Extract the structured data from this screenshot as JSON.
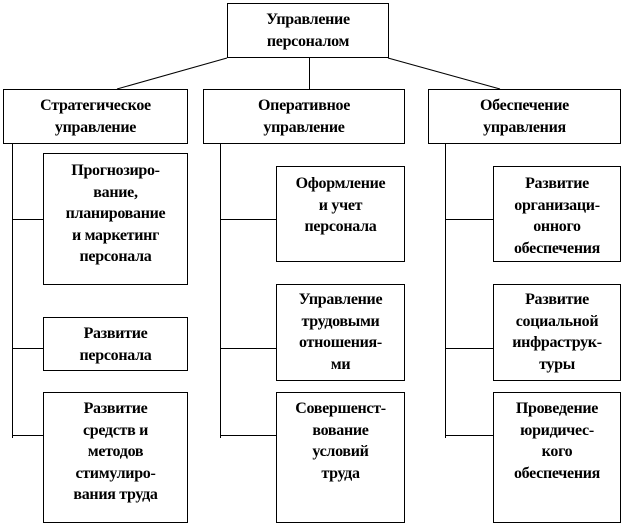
{
  "root": {
    "label": "Управление\nперсоналом"
  },
  "columns": [
    {
      "label": "Стратегическое\nуправление",
      "items": [
        "Прогнозиро-\nвание,\nпланирование\nи маркетинг\nперсонала",
        "Развитие\nперсонала",
        "Развитие\nсредств и\nметодов\nстимулиро-\nвания труда"
      ]
    },
    {
      "label": "Оперативное\nуправление",
      "items": [
        "Оформление\nи учет\nперсонала",
        "Управление\nтрудовыми\nотношения-\nми",
        "Совершенст-\nвование\nусловий\nтруда"
      ]
    },
    {
      "label": "Обеспечение\nуправления",
      "items": [
        "Развитие\nорганизаци-\nонного\nобеспечения",
        "Развитие\nсоциальной\nинфраструк-\nтуры",
        "Проведение\nюридичес-\nкого\nобеспечения"
      ]
    }
  ]
}
